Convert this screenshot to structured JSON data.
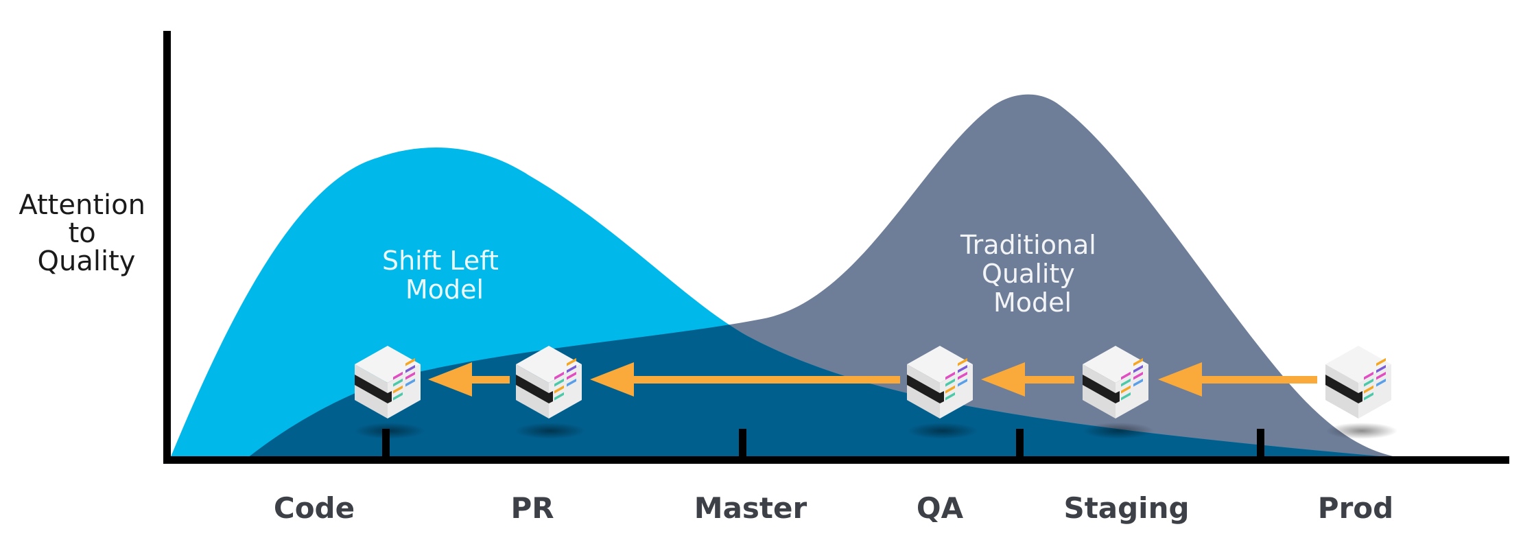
{
  "y_axis": {
    "label_lines": [
      "Attention",
      "to",
      "Quality"
    ]
  },
  "curves": {
    "shift_left": {
      "label_lines": [
        "Shift Left",
        "Model"
      ],
      "color": "#00b9ea"
    },
    "traditional": {
      "label_lines": [
        "Traditional",
        "Quality",
        "Model"
      ],
      "color": "#6e7d98"
    },
    "overlap_color": "#015f8e"
  },
  "stages": [
    {
      "label": "Code"
    },
    {
      "label": "PR"
    },
    {
      "label": "Master"
    },
    {
      "label": "QA"
    },
    {
      "label": "Staging"
    },
    {
      "label": "Prod"
    }
  ],
  "colors": {
    "axis": "#000000",
    "arrow": "#f9aa3a",
    "stage_text": "#3d4047"
  },
  "icons": [
    "test-cube-icon",
    "test-cube-icon",
    "test-cube-icon",
    "test-cube-icon",
    "test-cube-icon"
  ]
}
